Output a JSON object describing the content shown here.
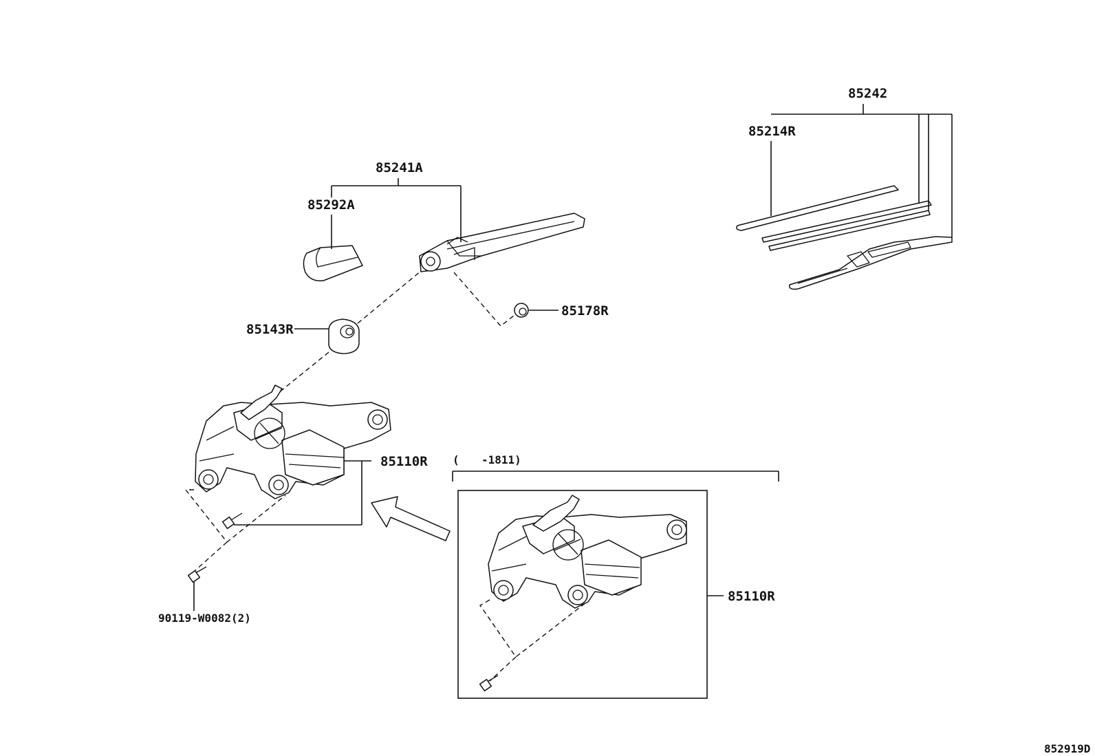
{
  "labels": {
    "p85241A": "85241A",
    "p85292A": "85292A",
    "p85143R": "85143R",
    "p85178R": "85178R",
    "p85110R_main": "85110R",
    "p90119": "90119-W0082(2)",
    "p85242": "85242",
    "p85214R": "85214R",
    "p85110R_inset": "85110R",
    "inset_range_open": "(",
    "inset_range_end": "-1811)",
    "figure_code": "852919D"
  }
}
